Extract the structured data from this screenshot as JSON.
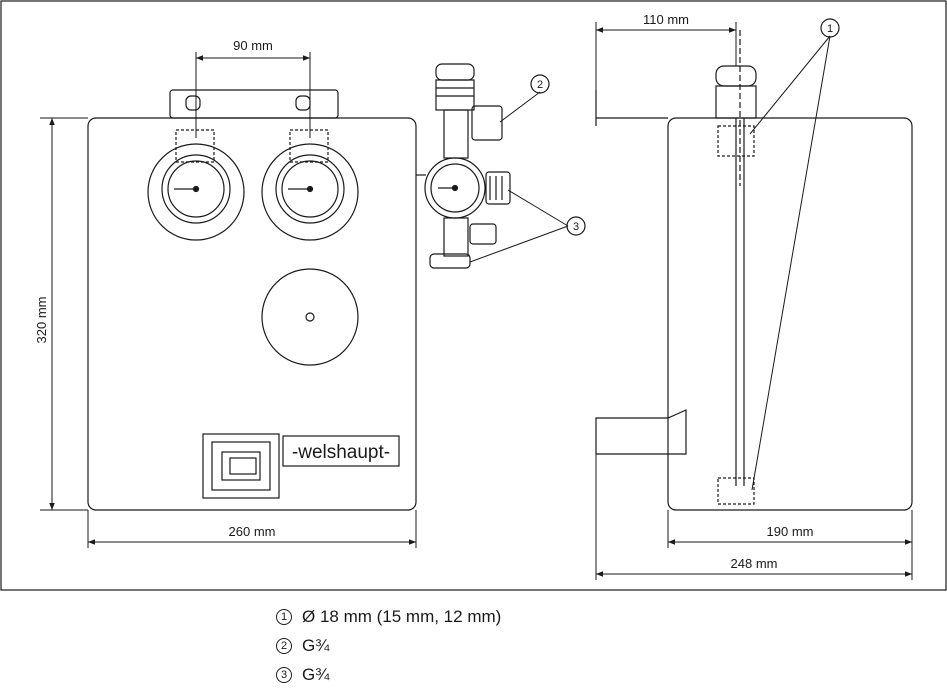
{
  "dimensions": {
    "gauge_spacing": "90 mm",
    "height": "320 mm",
    "width_front": "260 mm",
    "depth_top": "110 mm",
    "depth_body": "190 mm",
    "depth_total": "248 mm"
  },
  "brand": "-welshaupt-",
  "callouts": [
    "1",
    "2",
    "3"
  ],
  "legend": [
    {
      "num": "1",
      "text": "Ø 18 mm (15 mm, 12 mm)"
    },
    {
      "num": "2",
      "text": "G¾"
    },
    {
      "num": "3",
      "text": "G¾"
    }
  ]
}
